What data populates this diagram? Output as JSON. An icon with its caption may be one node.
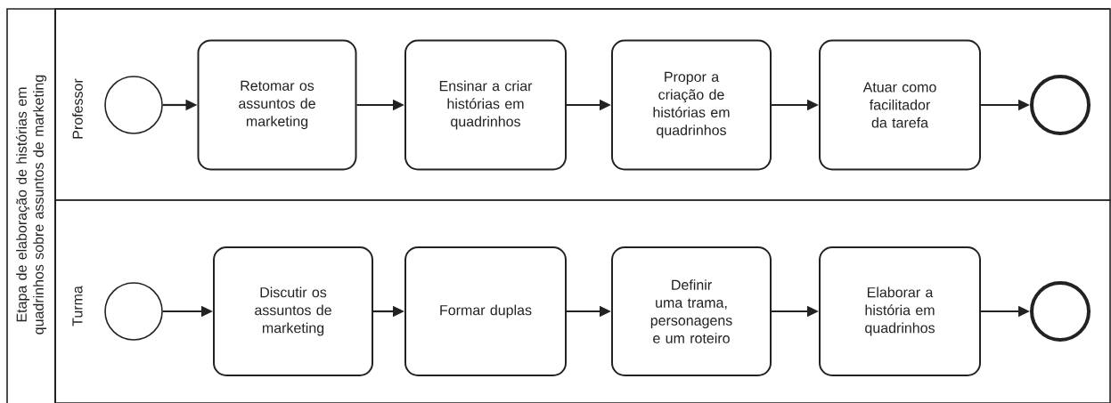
{
  "diagram": {
    "nodes": [
      {
        "text": [
          "Etapa de elaboração de histórias em quadrinhos sobre assuntos de marketing"
        ]
      },
      {
        "text": [
          "Professor"
        ],
        "in": 0
      },
      {
        "text": [],
        "shape": "circle",
        "in": 1
      },
      {
        "text": [
          "Retomar os assuntos de marketing"
        ],
        "in": 1
      },
      {
        "text": [
          "Ensinar a criar histórias em quadrinhos"
        ],
        "in": 1
      },
      {
        "text": [
          "Propor a criação de histórias em quadrinhos"
        ],
        "in": 1
      },
      {
        "text": [
          "Atuar como facilitador da tarefa"
        ],
        "in": 1
      },
      {
        "text": [],
        "shape": "circle",
        "in": 1
      },
      {
        "text": [
          "Turma"
        ],
        "in": 0
      },
      {
        "text": [],
        "shape": "circle",
        "in": 8
      },
      {
        "text": [
          "Discutir os assuntos de marketing"
        ],
        "in": 8
      },
      {
        "text": [
          "Formar duplas"
        ],
        "in": 8
      },
      {
        "text": [
          "Definir uma trama, personagens e um roteiro"
        ],
        "in": 8
      },
      {
        "text": [
          "Elaborar a história em quadrinhos"
        ],
        "in": 8
      },
      {
        "text": [],
        "shape": "circle",
        "in": 8
      }
    ],
    "edges": [
      {
        "from": 2,
        "to": 3,
        "arrow": "to"
      },
      {
        "from": 3,
        "to": 4,
        "arrow": "to"
      },
      {
        "from": 4,
        "to": 5,
        "arrow": "to"
      },
      {
        "from": 5,
        "to": 6,
        "arrow": "to"
      },
      {
        "from": 6,
        "to": 7,
        "arrow": "to"
      },
      {
        "from": 9,
        "to": 10,
        "arrow": "to"
      },
      {
        "from": 10,
        "to": 11,
        "arrow": "to"
      },
      {
        "from": 11,
        "to": 12,
        "arrow": "to"
      },
      {
        "from": 12,
        "to": 13,
        "arrow": "to"
      },
      {
        "from": 13,
        "to": 14,
        "arrow": "to"
      }
    ]
  }
}
